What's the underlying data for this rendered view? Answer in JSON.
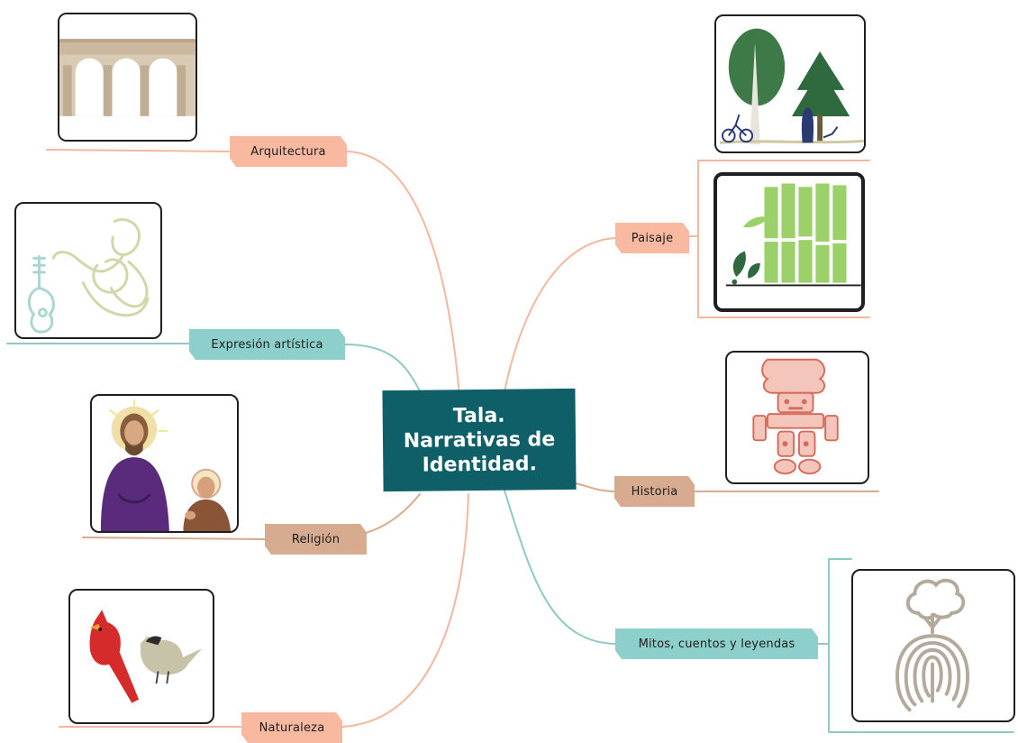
{
  "map": {
    "center": {
      "line1": "Tala.",
      "line2": "Narrativas de",
      "line3": "Identidad."
    },
    "topics": {
      "arquitectura": "Arquitectura",
      "expresion": "Expresión artística",
      "religion": "Religión",
      "naturaleza": "Naturaleza",
      "paisaje": "Paisaje",
      "historia": "Historia",
      "mitos": "Mitos, cuentos y leyendas"
    }
  },
  "icons": {
    "arquitectura": "aqueduct-arches-icon",
    "expresion": "guitarist-line-art-icon",
    "religion": "saints-illustration-icon",
    "naturaleza": "birds-illustration-icon",
    "paisaje_trees": "trees-and-cyclist-icon",
    "paisaje_bamboo": "bamboo-icon",
    "historia": "pre-hispanic-figure-icon",
    "mitos": "tree-fingerprint-icon"
  },
  "colors": {
    "center": "#0e5f68",
    "peach": "#f9b8a0",
    "teal": "#8dcfca",
    "tan": "#d7ab8f"
  }
}
